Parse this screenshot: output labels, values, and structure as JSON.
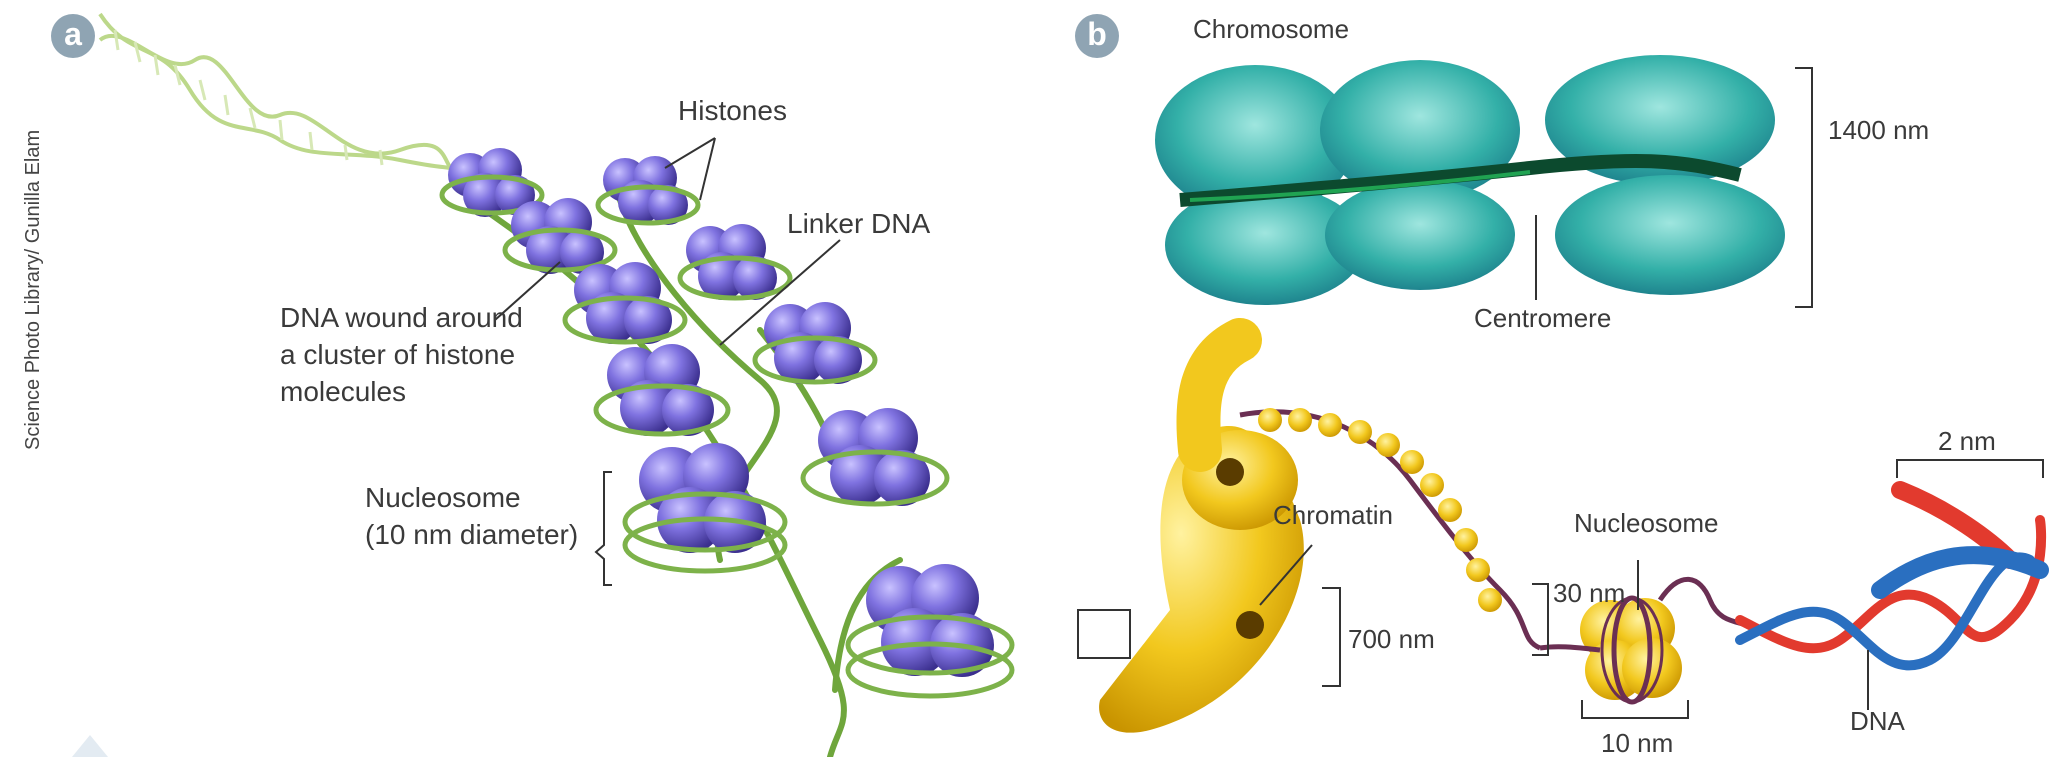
{
  "panels": {
    "a": {
      "badge": "a",
      "labels": {
        "histones": "Histones",
        "linker_dna": "Linker DNA",
        "dna_wound": [
          "DNA wound around",
          "a cluster of histone",
          "molecules"
        ],
        "nucleosome": [
          "Nucleosome",
          "(10 nm diameter)"
        ]
      }
    },
    "b": {
      "badge": "b",
      "labels": {
        "chromosome": "Chromosome",
        "size_1400": "1400 nm",
        "centromere": "Centromere",
        "chromatin": "Chromatin",
        "size_700": "700 nm",
        "size_30": "30 nm",
        "nucleosome": "Nucleosome",
        "size_10": "10 nm",
        "size_2": "2 nm",
        "dna": "DNA"
      }
    }
  },
  "credit": "Science Photo Library/ Gunilla Elam",
  "colors": {
    "histone": "#7a6fd6",
    "dna_green": "#7db24a",
    "dna_light": "#cfe3a0",
    "chromosome": "#3fbcb0",
    "chromatin_yellow": "#f2c81e",
    "dna_red": "#e23a2e",
    "dna_blue": "#2a6fc0",
    "badge": "#8fa4b3"
  }
}
